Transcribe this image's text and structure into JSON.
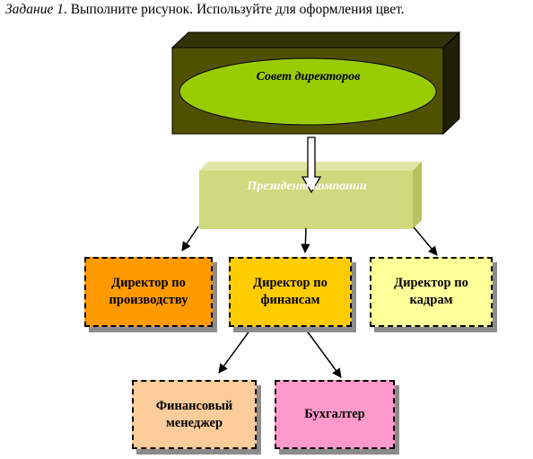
{
  "task": {
    "label": "Задание 1",
    "text": ". Выполните рисунок. Используйте для оформления цвет."
  },
  "org_chart": {
    "board": {
      "title": "Совет директоров"
    },
    "president": {
      "title": "Президент компании"
    },
    "directors": [
      {
        "title": "Директор по производству"
      },
      {
        "title": "Директор по финансам"
      },
      {
        "title": "Директор по кадрам"
      }
    ],
    "finance_staff": [
      {
        "title": "Финансовый менеджер"
      },
      {
        "title": "Бухгалтер"
      }
    ]
  },
  "colors": {
    "board_front": "#4f5000",
    "board_ellipse": "#99cc00",
    "president_box": "#cfd97e",
    "director_production": "#ff9b00",
    "director_finance": "#ffcc00",
    "director_hr": "#ffff99",
    "financial_manager": "#fccc9a",
    "accountant": "#ff99cc"
  }
}
